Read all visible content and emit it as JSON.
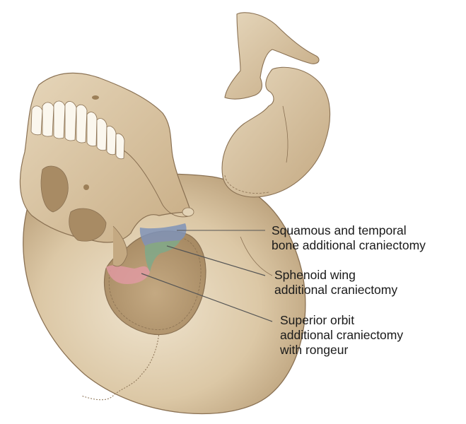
{
  "figure": {
    "subject": "skull-craniotomy-illustration",
    "colors": {
      "bone": "#d6c2a0",
      "bone_light": "#e8dbc3",
      "bone_shadow": "#a98e6a",
      "outline": "#8a7153",
      "squamous_temporal_region": "#7f93b8",
      "sphenoid_region": "#7fa98a",
      "superior_orbit_region": "#e29aa4",
      "leader_line": "#555555"
    }
  },
  "labels": [
    {
      "id": "squamous-temporal",
      "lines": [
        "Squamous and temporal",
        "bone additional craniectomy"
      ]
    },
    {
      "id": "sphenoid-wing",
      "lines": [
        "Sphenoid wing",
        "additional craniectomy"
      ]
    },
    {
      "id": "superior-orbit",
      "lines": [
        "Superior orbit",
        "additional craniectomy",
        "with rongeur"
      ]
    }
  ]
}
